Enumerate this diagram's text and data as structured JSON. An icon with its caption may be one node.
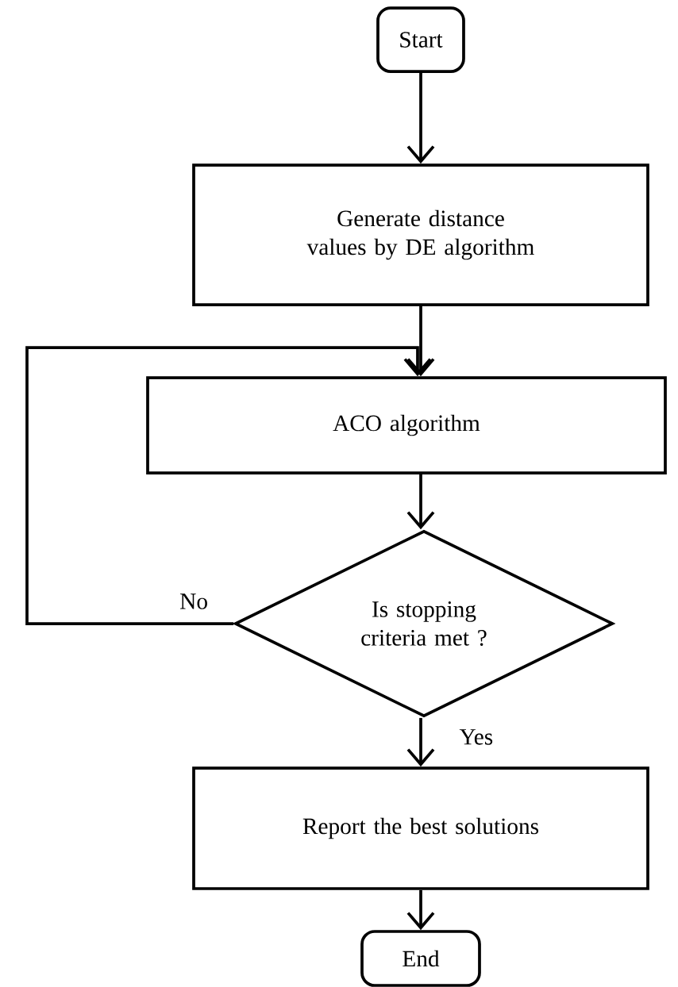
{
  "diagram": {
    "nodes": [
      {
        "text": [
          "Start"
        ]
      },
      {
        "text": [
          "Generate distance values by DE algorithm"
        ]
      },
      {
        "text": [
          "ACO algorithm"
        ]
      },
      {
        "text": [
          "Is stopping criteria met ?"
        ]
      },
      {
        "text": [
          "Report the best solutions"
        ]
      },
      {
        "text": [
          "End"
        ]
      }
    ],
    "edges": [
      {
        "from": 0,
        "to": 1,
        "arrow": "to"
      },
      {
        "from": 1,
        "to": 2,
        "arrow": "to"
      },
      {
        "from": 2,
        "to": 3,
        "arrow": "to"
      },
      {
        "from": 3,
        "to": 4,
        "arrow": "to",
        "label": "Yes"
      },
      {
        "from": 4,
        "to": 5,
        "arrow": "to"
      },
      {
        "from": 3,
        "to": 2,
        "arrow": "to",
        "label": "No"
      }
    ]
  }
}
